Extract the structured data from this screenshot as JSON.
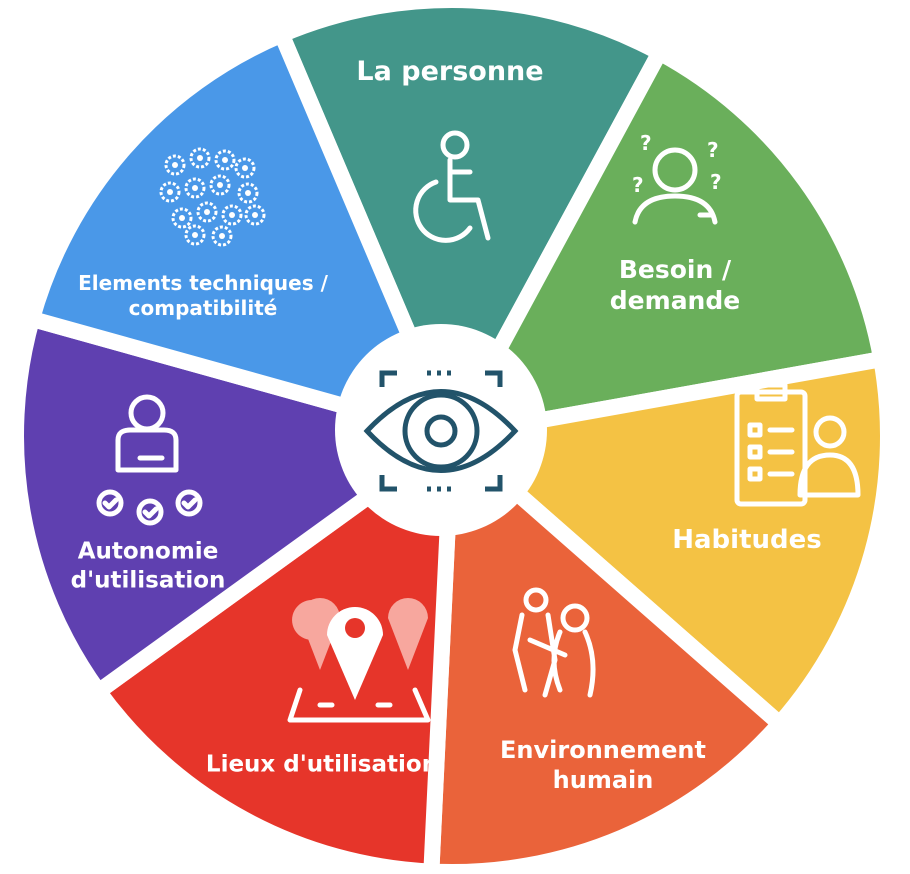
{
  "title": "Wheel of factors",
  "center": {
    "icon": "eye-focus-icon",
    "color": "#22536a"
  },
  "segments": [
    {
      "label": "La personne",
      "icon": "wheelchair-icon",
      "color": "#43968a"
    },
    {
      "label": "Besoin / demande",
      "line1": "Besoin /",
      "line2": "demande",
      "icon": "person-questions-icon",
      "color": "#6aaf5b"
    },
    {
      "label": "Habitudes",
      "icon": "checklist-person-icon",
      "color": "#f4c244"
    },
    {
      "label": "Environnement humain",
      "line1": "Environnement",
      "line2": "humain",
      "icon": "caregiver-icon",
      "color": "#ea633a"
    },
    {
      "label": "Lieux d'utilisation",
      "icon": "map-pin-icon",
      "color": "#e6352a"
    },
    {
      "label": "Autonomie d'utilisation",
      "line1": "Autonomie",
      "line2": "d'utilisation",
      "icon": "person-checks-icon",
      "color": "#5f40b0"
    },
    {
      "label": "Elements techniques / compatibilité",
      "line1": "Elements techniques /",
      "line2": "compatibilité",
      "icon": "gears-icon",
      "color": "#4a98e8"
    }
  ]
}
